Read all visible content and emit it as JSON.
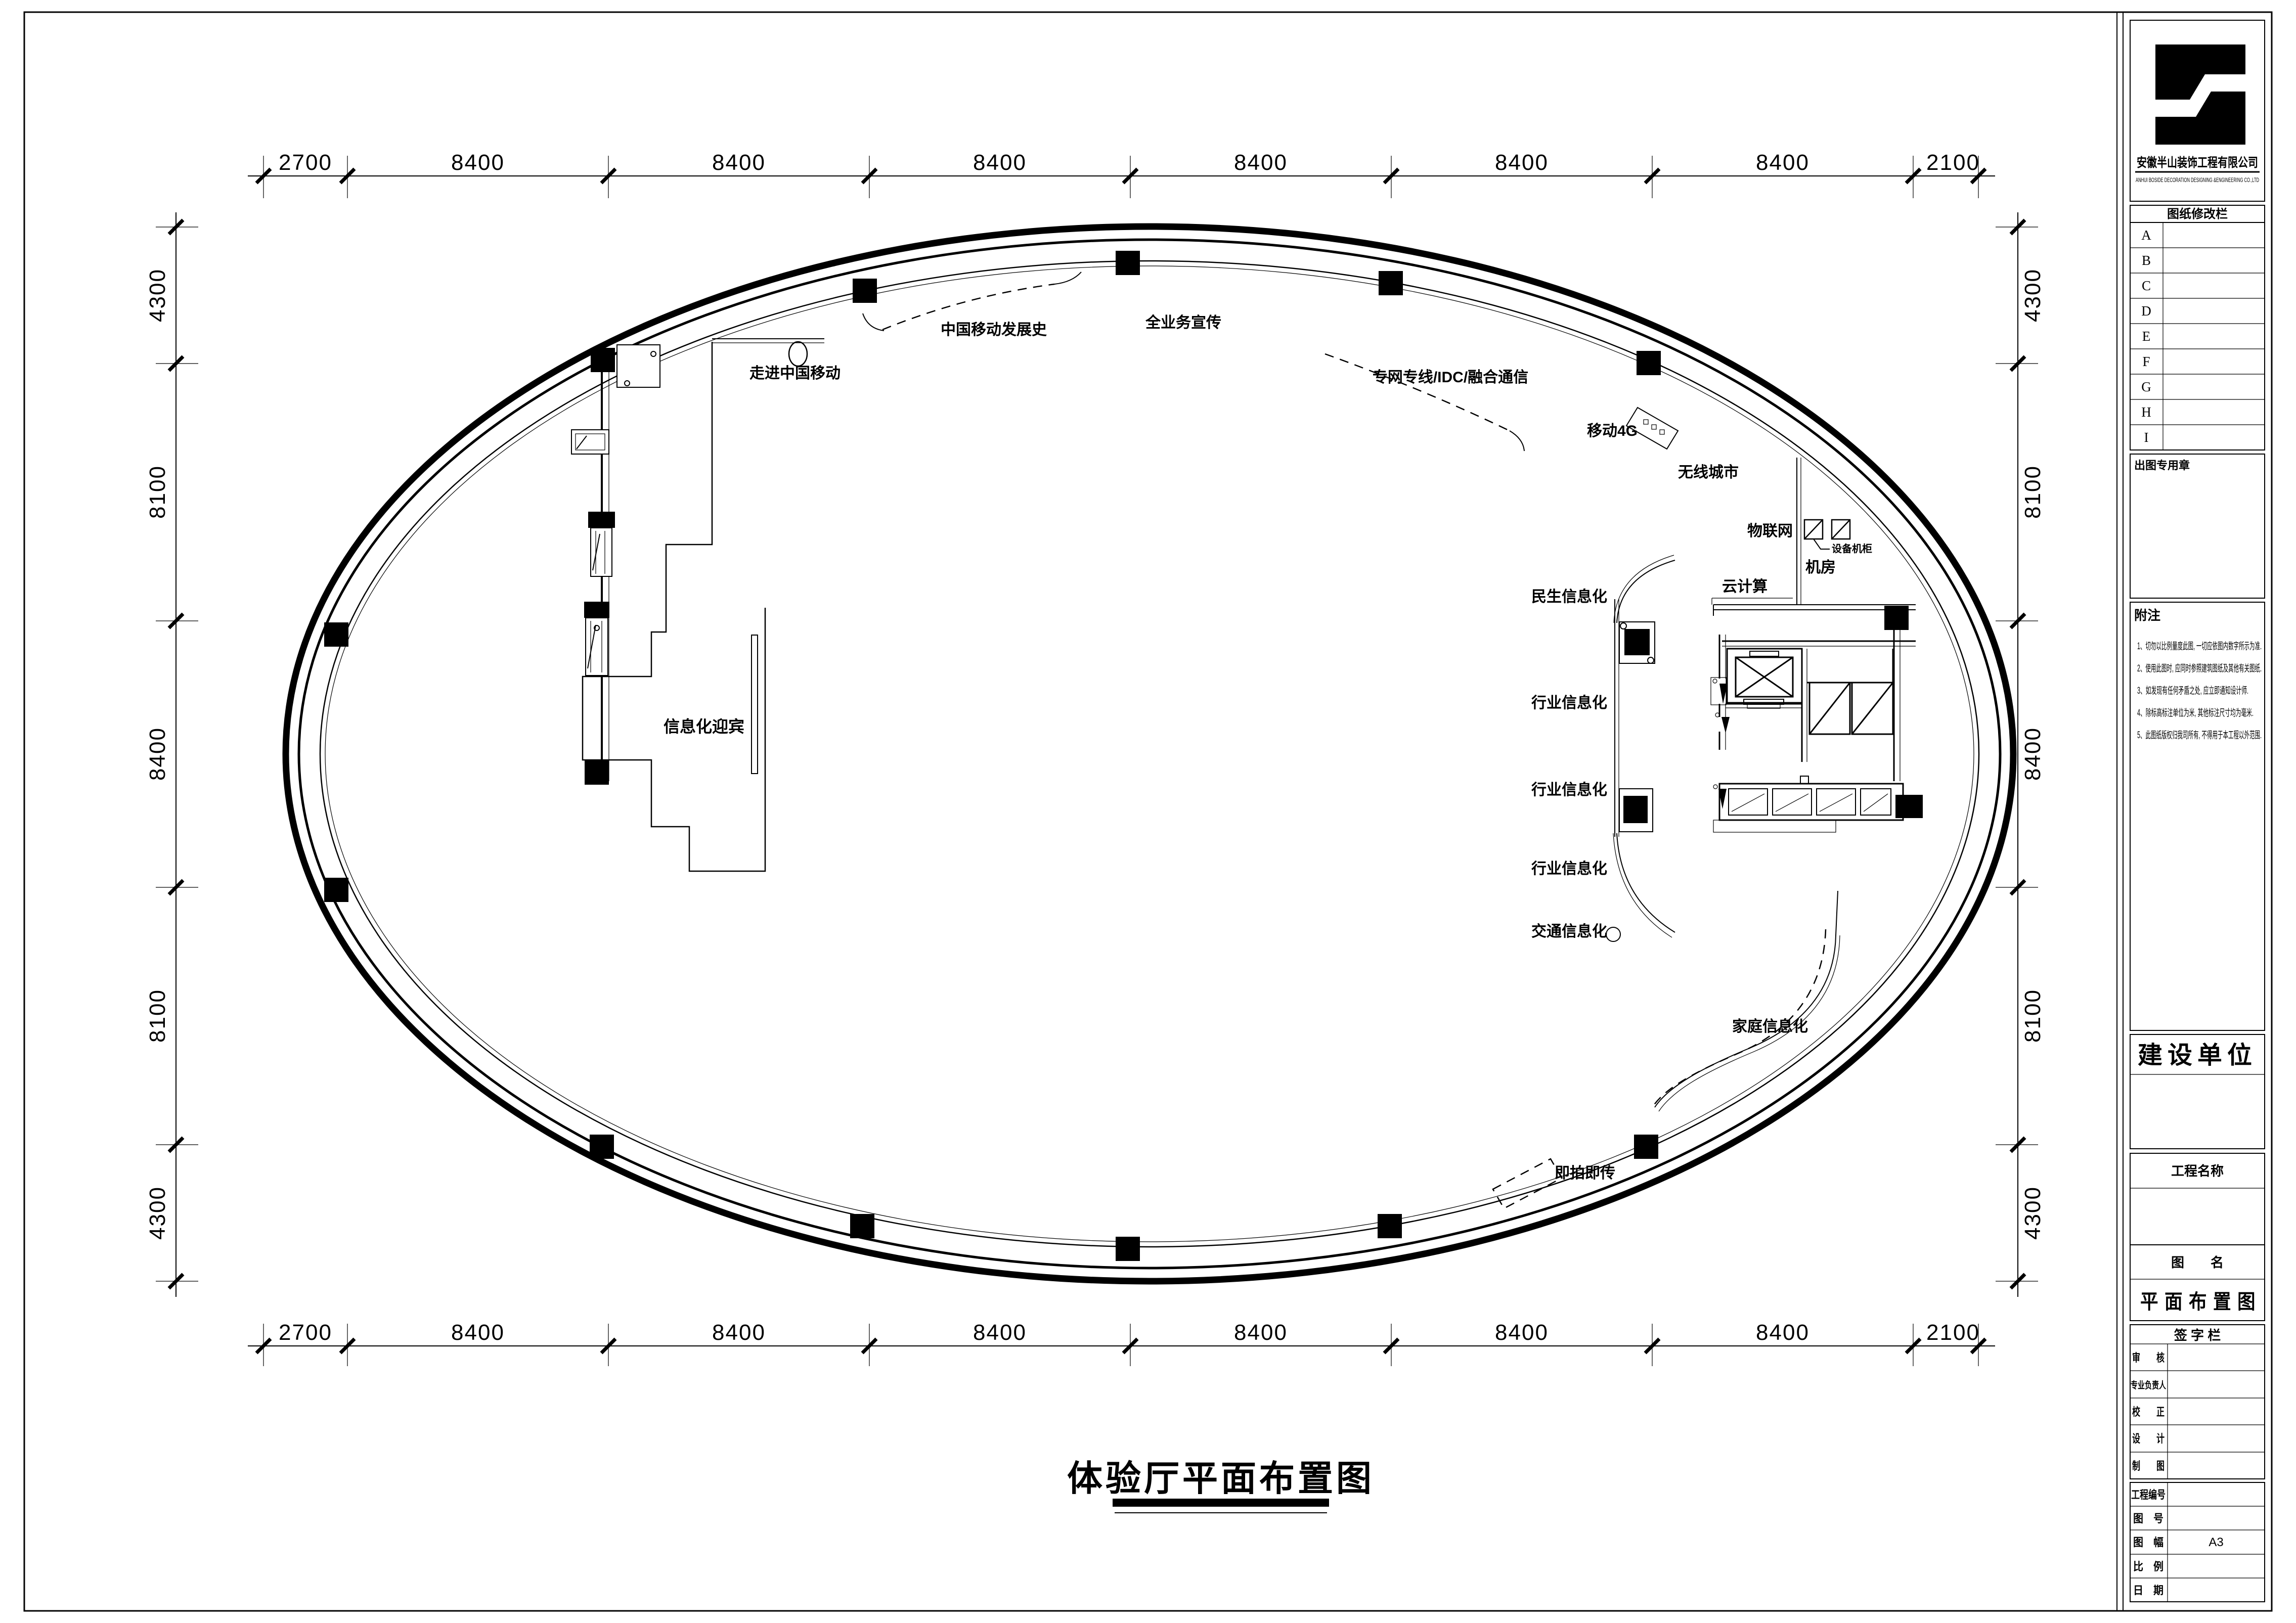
{
  "sheet": {
    "bg": "#ffffff",
    "line_color": "#000000"
  },
  "main_title": {
    "text": "体验厅平面布置图"
  },
  "company": {
    "name": "安徽半山装饰工程有限公司",
    "name_en": "ANHUI BOSIDE DECORATION DESIGNING &ENGINEERING CO.,LTD"
  },
  "title_block": {
    "revision_header": "图纸修改栏",
    "revision_rows": [
      "A",
      "B",
      "C",
      "D",
      "E",
      "F",
      "G",
      "H",
      "I"
    ],
    "stamp_label": "出图专用章",
    "notes_header": "附注",
    "notes": [
      "1、切勿以比例量度此图, 一切应依图内数字所示为准.",
      "2、使用此图时, 应同时参照建筑图纸及其他有关图纸.",
      "3、如发现有任何矛盾之处, 应立即通知设计师.",
      "4、除标高标注单位为米, 其他标注尺寸均为毫米.",
      "5、此图纸版权归我司所有, 不得用于本工程以外范围."
    ],
    "client_header": "建设单位",
    "project_header": "工程名称",
    "drawing_name_header": "图　　名",
    "drawing_name": "平面布置图",
    "sign_header": "签 字 栏",
    "sign_rows": [
      "审　　核",
      "专业负责人",
      "校　　正",
      "设　　计",
      "制　　图"
    ],
    "info_rows": [
      {
        "label": "工程编号",
        "value": ""
      },
      {
        "label": "图　号",
        "value": ""
      },
      {
        "label": "图　幅",
        "value": "A3"
      },
      {
        "label": "比　例",
        "value": ""
      },
      {
        "label": "日　期",
        "value": ""
      }
    ]
  },
  "plan": {
    "labels": [
      {
        "text": "走进中国移动"
      },
      {
        "text": "中国移动发展史"
      },
      {
        "text": "全业务宣传"
      },
      {
        "text": "专网专线/IDC/融合通信"
      },
      {
        "text": "移动4G"
      },
      {
        "text": "无线城市"
      },
      {
        "text": "物联网"
      },
      {
        "text": "设备机柜"
      },
      {
        "text": "机房"
      },
      {
        "text": "云计算"
      },
      {
        "text": "民生信息化"
      },
      {
        "text": "行业信息化"
      },
      {
        "text": "行业信息化"
      },
      {
        "text": "行业信息化"
      },
      {
        "text": "交通信息化"
      },
      {
        "text": "家庭信息化"
      },
      {
        "text": "即拍即传"
      },
      {
        "text": "信息化迎宾"
      }
    ],
    "dimensions": {
      "horizontal": [
        "2700",
        "8400",
        "8400",
        "8400",
        "8400",
        "8400",
        "8400",
        "2100"
      ],
      "vertical": [
        "4300",
        "8100",
        "8400",
        "8100",
        "4300"
      ]
    }
  }
}
